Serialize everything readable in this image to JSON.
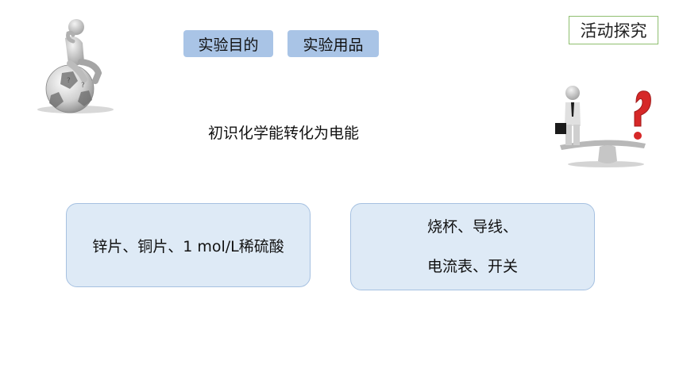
{
  "header": {
    "pill_1": "实验目的",
    "pill_2": "实验用品",
    "tag": "活动探究"
  },
  "subtitle": "初识化学能转化为电能",
  "cards": [
    {
      "lines": [
        "锌片、铜片、1 mol/L稀硫酸"
      ]
    },
    {
      "lines": [
        "烧杯、导线、",
        "电流表、开关"
      ]
    }
  ],
  "colors": {
    "pill": "#a9c4e6",
    "card_fill": "#deeaf6",
    "card_border": "#a6c1e1",
    "tag_border": "#8fbf6f",
    "question_mark": "#d62828"
  },
  "icons": {
    "left": "thinking-person-on-ball-icon",
    "right": "businessman-balance-question-icon"
  }
}
